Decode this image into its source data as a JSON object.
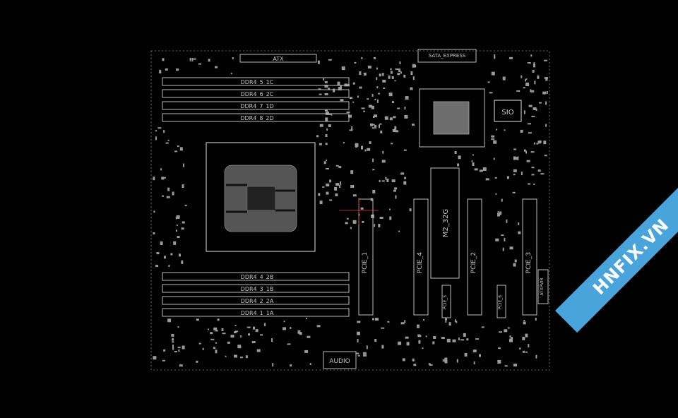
{
  "board": {
    "atx": "ATX",
    "sata_express": "SATA_EXPRESS",
    "sio": "SIO",
    "m2": "M2_32G",
    "audio": "AUDIO",
    "atxpwr": "ATXPWR",
    "pcie_labels": [
      "PCIE_1",
      "PCIE_2",
      "PCIE_3",
      "PCIE_4",
      "PCIE_5",
      "PCIE_6"
    ],
    "dimm_top": [
      "DDR4_5_1C",
      "DDR4_6_2C",
      "DDR4_7_1D",
      "DDR4_8_2D"
    ],
    "dimm_bottom": [
      "DDR4_4_2B",
      "DDR4_3_1B",
      "DDR4_2_2A",
      "DDR4_1_1A"
    ]
  },
  "watermark": "HNFIX.VN"
}
